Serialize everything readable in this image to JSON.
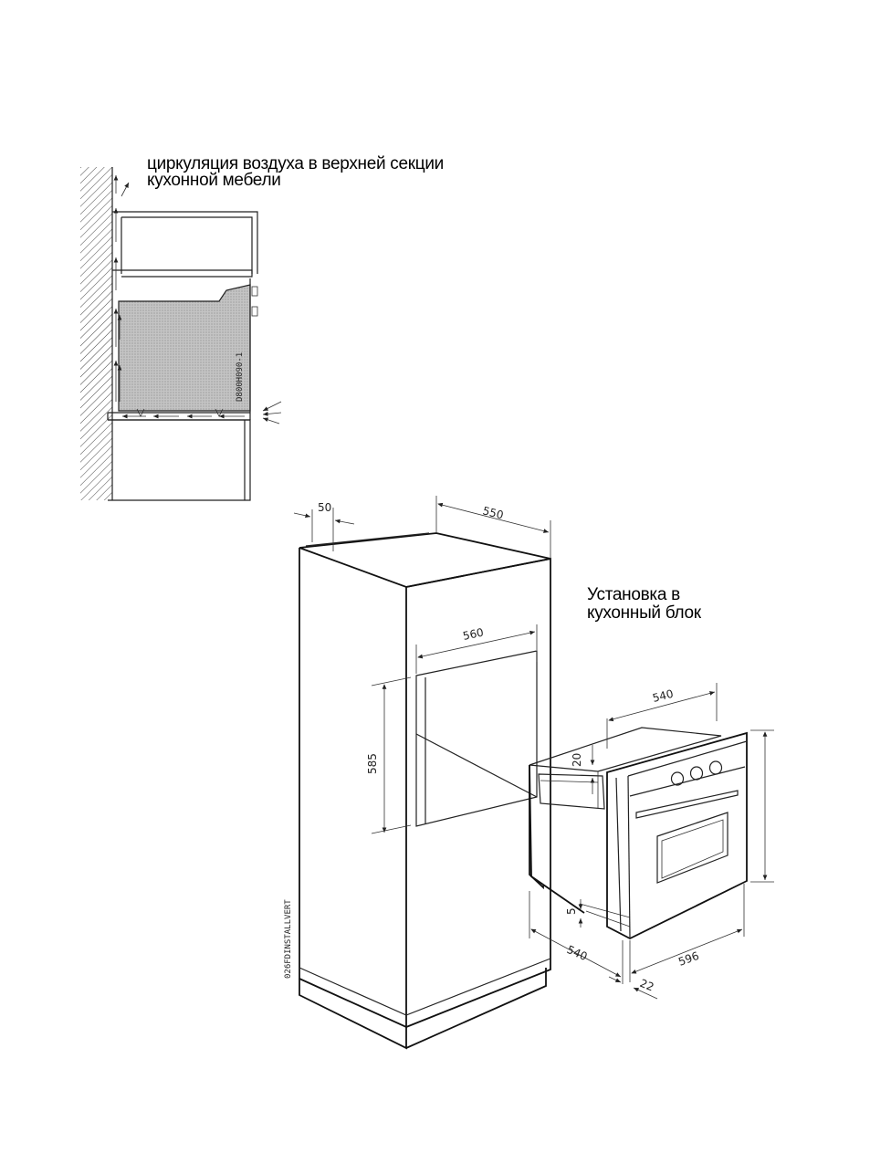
{
  "captions": {
    "air_circulation_line1": "циркуляция воздуха в верхней секции",
    "air_circulation_line2": "кухонной мебели",
    "installation_line1": "Установка в",
    "installation_line2": "кухонный блок"
  },
  "dimensions": {
    "cabinet_offset": "50",
    "cabinet_depth": "550",
    "niche_width": "560",
    "niche_height": "585",
    "oven_depth_top": "540",
    "oven_top_gap": "20",
    "oven_bottom_gap": "5",
    "oven_depth_bottom": "540",
    "oven_width": "596",
    "front_panel": "22"
  },
  "drawing_codes": {
    "side_view_code": "D800H090-1",
    "installation_code": "026FDINSTALLVERT"
  },
  "colors": {
    "line": "#222222",
    "oven_fill": "#bdbdbd",
    "wall_hatch": "#444444"
  }
}
